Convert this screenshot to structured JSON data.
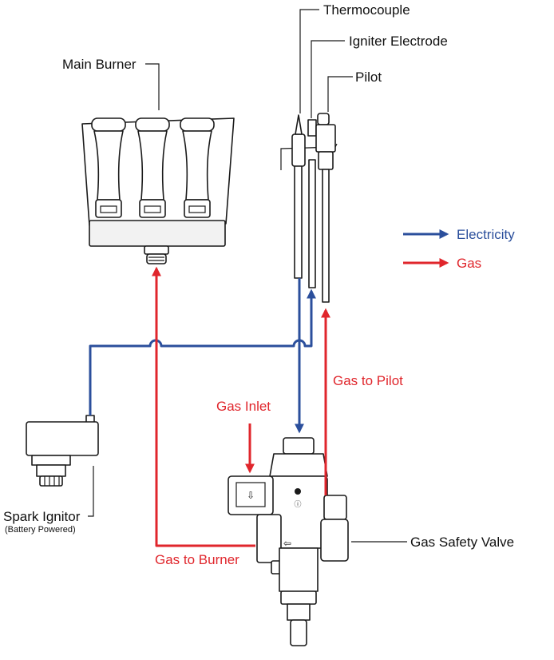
{
  "labels": {
    "thermocouple": "Thermocouple",
    "igniter_electrode": "Igniter Electrode",
    "pilot": "Pilot",
    "main_burner": "Main Burner",
    "spark_ignitor": "Spark Ignitor",
    "spark_ignitor_note": "(Battery Powered)",
    "gas_safety_valve": "Gas Safety Valve",
    "gas_inlet": "Gas Inlet",
    "gas_to_pilot": "Gas to Pilot",
    "gas_to_burner": "Gas to Burner"
  },
  "legend": {
    "electricity": "Electricity",
    "gas": "Gas"
  },
  "colors": {
    "electricity": "#2b4f9c",
    "gas": "#e0262c",
    "outline": "#1a1a1a"
  }
}
